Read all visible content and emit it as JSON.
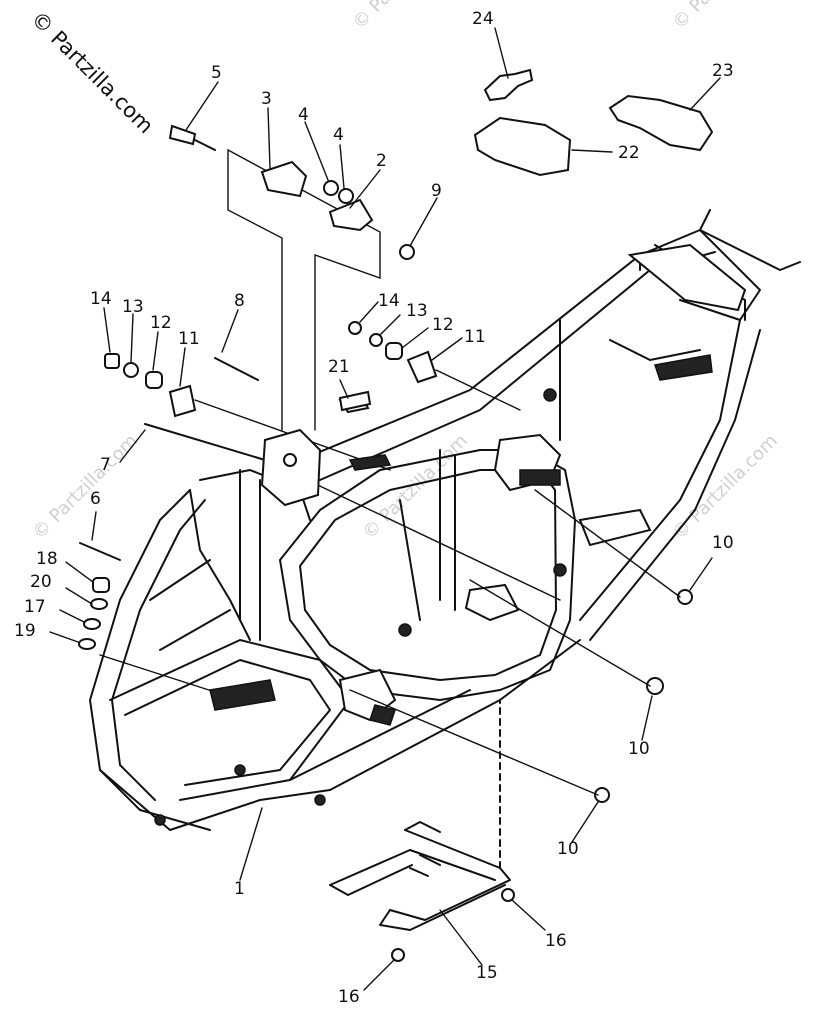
{
  "watermark": {
    "main": "© Partzilla.com",
    "faint": "© Partzilla.com"
  },
  "callouts": {
    "c1": "1",
    "c2": "2",
    "c3": "3",
    "c4a": "4",
    "c4b": "4",
    "c5": "5",
    "c6": "6",
    "c7": "7",
    "c8": "8",
    "c9": "9",
    "c10a": "10",
    "c10b": "10",
    "c10c": "10",
    "c11a": "11",
    "c11b": "11",
    "c12a": "12",
    "c12b": "12",
    "c13a": "13",
    "c13b": "13",
    "c14a": "14",
    "c14b": "14",
    "c15": "15",
    "c16a": "16",
    "c16b": "16",
    "c17": "17",
    "c18": "18",
    "c19": "19",
    "c20": "20",
    "c21": "21",
    "c22": "22",
    "c23": "23",
    "c24": "24"
  }
}
